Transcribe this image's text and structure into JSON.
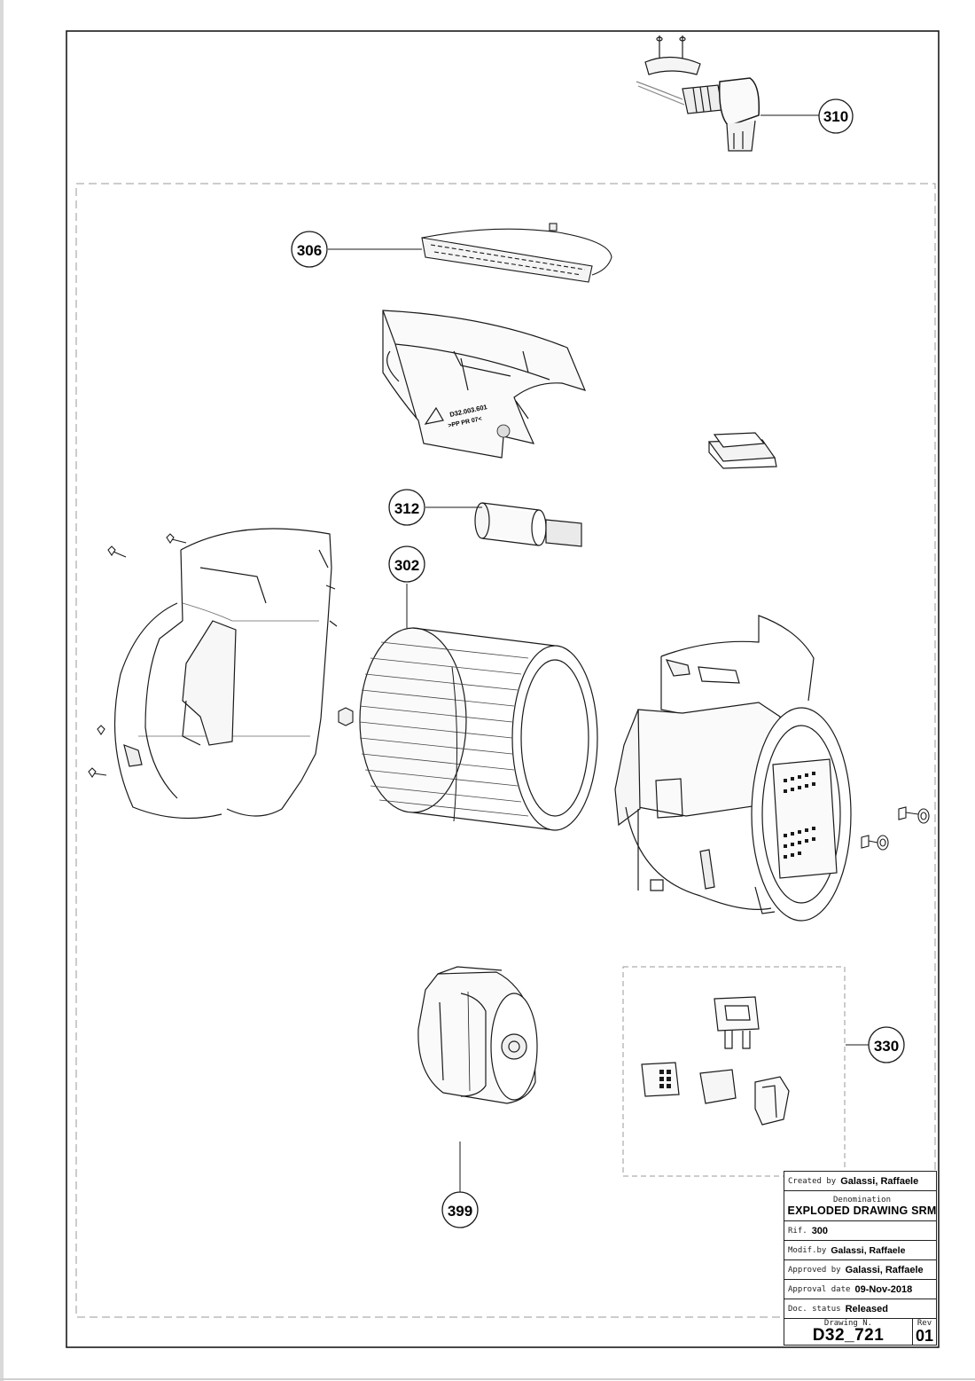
{
  "callouts": {
    "c310": "310",
    "c306": "306",
    "c312": "312",
    "c302": "302",
    "c330": "330",
    "c399": "399"
  },
  "part_marking": {
    "line1": "D32.003.601",
    "line2": ">PP PR 07<"
  },
  "title_block": {
    "created_label": "Created by",
    "created_value": "Galassi, Raffaele",
    "denomination_label": "Denomination",
    "denomination_value": "EXPLODED DRAWING SRM",
    "rif_label": "Rif.",
    "rif_value": "300",
    "modif_label": "Modif.by",
    "modif_value": "Galassi, Raffaele",
    "approved_label": "Approved by",
    "approved_value": "Galassi, Raffaele",
    "approval_date_label": "Approval date",
    "approval_date_value": "09-Nov-2018",
    "doc_status_label": "Doc. status",
    "doc_status_value": "Released",
    "drawing_label": "Drawing N.",
    "drawing_value": "D32_721",
    "rev_label": "Rev",
    "rev_value": "01"
  },
  "colors": {
    "line": "#1a1a1a",
    "dashed": "#9a9a9a",
    "paper": "#ffffff"
  }
}
